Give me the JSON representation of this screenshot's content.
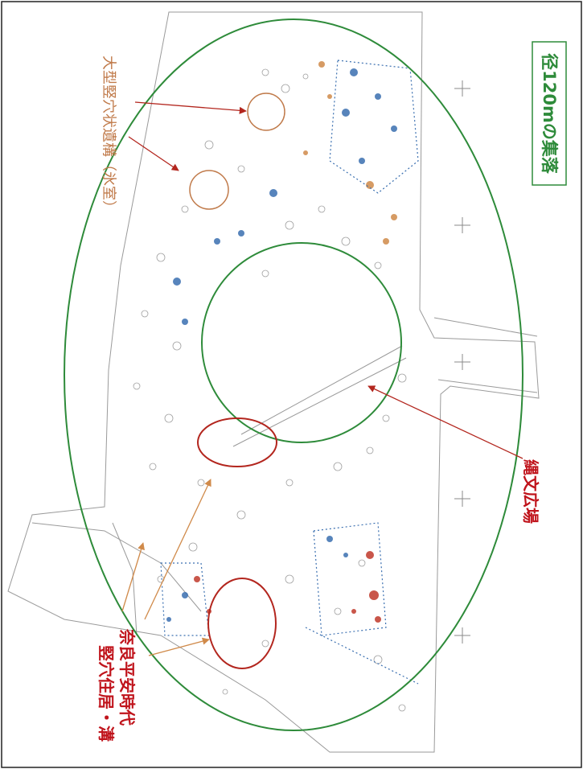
{
  "labels": {
    "settlement": "径120mの集落",
    "pit_storage": "大型竪穴状遺構（氷室）",
    "jomon_plaza": "縄文広場",
    "nara_heian_line1": "奈良平安時代",
    "nara_heian_line2": "竪穴住居・溝"
  },
  "colors": {
    "green": "#2e8b3a",
    "orange": "#c07a4a",
    "red": "#b3261e",
    "red_text": "#c0141c",
    "map_line": "#8a8a8a",
    "blue_feature": "#3a6fb0"
  }
}
